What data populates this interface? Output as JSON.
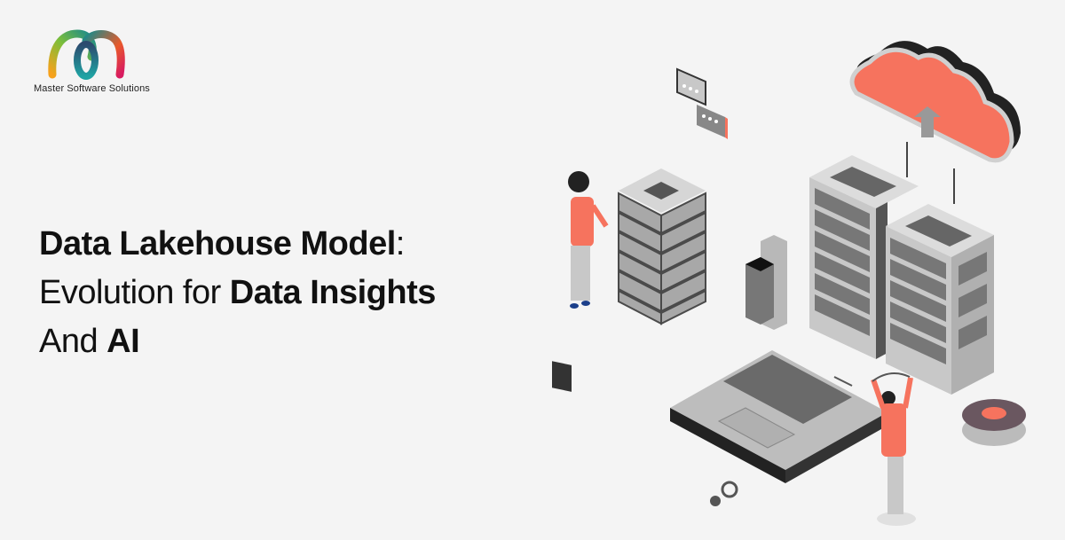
{
  "brand": {
    "name": "Master Software Solutions",
    "logo_icon": "loop-m-logo-icon"
  },
  "headline": {
    "line1_bold": "Data Lakehouse Model",
    "line1_normal": ":",
    "line2_normal": "Evolution for ",
    "line2_bold": "Data Insights",
    "line3_normal": "And ",
    "line3_bold": "AI"
  },
  "illustration": {
    "description": "Isometric illustration of servers, cloud upload, laptop and people",
    "elements": [
      "chat-bubbles-icon",
      "woman-with-folder",
      "server-stack",
      "building-blocks",
      "server-racks",
      "cloud-upload-icon",
      "laptop",
      "man-with-cable",
      "pie-chart-icon",
      "circles-decoration"
    ]
  },
  "colors": {
    "background": "#f4f4f4",
    "accent": "#f6735e",
    "text": "#111111",
    "dark_gray": "#555555",
    "light_gray": "#c8c8c8"
  }
}
